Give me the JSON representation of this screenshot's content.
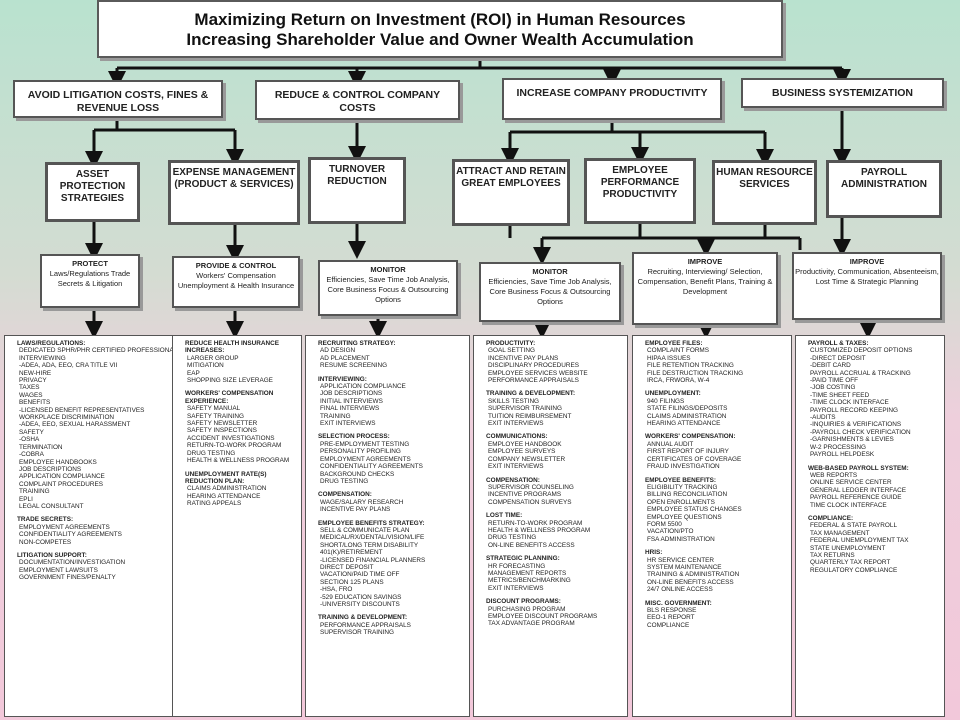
{
  "title": {
    "line1": "Maximizing Return on Investment (ROI) in Human Resources",
    "line2": "Increasing Shareholder Value and Owner Wealth Accumulation"
  },
  "level1": [
    "AVOID LITIGATION COSTS, FINES & REVENUE LOSS",
    "REDUCE & CONTROL COMPANY COSTS",
    "INCREASE COMPANY PRODUCTIVITY",
    "BUSINESS SYSTEMIZATION"
  ],
  "level2": [
    "ASSET PROTECTION STRATEGIES",
    "EXPENSE MANAGEMENT (PRODUCT & SERVICES)",
    "TURNOVER REDUCTION",
    "ATTRACT AND RETAIN GREAT EMPLOYEES",
    "EMPLOYEE PERFORMANCE PRODUCTIVITY",
    "HUMAN RESOURCE SERVICES",
    "PAYROLL ADMINISTRATION"
  ],
  "level3": [
    {
      "head": "PROTECT",
      "body": "Laws/Regulations Trade Secrets & Litigation"
    },
    {
      "head": "PROVIDE & CONTROL",
      "body": "Workers' Compensation Unemployment & Health Insurance"
    },
    {
      "head": "MONITOR",
      "body": "Efficiencies, Save Time Job Analysis, Core Business Focus & Outsourcing Options"
    },
    {
      "head": "MONITOR",
      "body": "Efficiencies, Save Time Job Analysis, Core Business Focus & Outsourcing Options"
    },
    {
      "head": "IMPROVE",
      "body": "Recruiting, Interviewing/ Selection, Compensation, Benefit Plans, Training & Development"
    },
    {
      "head": "IMPROVE",
      "body": "Productivity, Communication, Absenteeism, Lost Time & Strategic Planning"
    }
  ],
  "columns": [
    [
      {
        "h": "LAWS/REGULATIONS:",
        "items": [
          "DEDICATED SPHR/PHR CERTIFIED PROFESSIONALS",
          "INTERVIEWING",
          "-ADEA, ADA, EEO, CRA TITLE VII",
          "NEW-HIRE",
          "PRIVACY",
          "TAXES",
          "WAGES",
          "BENEFITS",
          "-LICENSED BENEFIT REPRESENTATIVES",
          "WORKPLACE DISCRIMINATION",
          "-ADEA, EEO, SEXUAL HARASSMENT",
          "SAFETY",
          "-OSHA",
          "TERMINATION",
          "-COBRA",
          "EMPLOYEE HANDBOOKS",
          "JOB DESCRIPTIONS",
          "APPLICATION COMPLIANCE",
          "COMPLAINT PROCEDURES",
          "TRAINING",
          "EPLI",
          "LEGAL CONSULTANT"
        ]
      },
      {
        "h": "TRADE SECRETS:",
        "items": [
          "EMPLOYMENT AGREEMENTS",
          "CONFIDENTIALITY AGREEMENTS",
          "NON-COMPETES"
        ]
      },
      {
        "h": "LITIGATION SUPPORT:",
        "items": [
          "DOCUMENTATION/INVESTIGATION",
          "EMPLOYMENT LAWSUITS",
          "GOVERNMENT FINES/PENALTY"
        ]
      }
    ],
    [
      {
        "h": "REDUCE HEALTH INSURANCE INCREASES:",
        "items": [
          "LARGER GROUP",
          "MITIGATION",
          "EAP",
          "SHOPPING SIZE LEVERAGE"
        ]
      },
      {
        "h": "WORKERS' COMPENSATION EXPERIENCE:",
        "items": [
          "SAFETY MANUAL",
          "SAFETY TRAINING",
          "SAFETY NEWSLETTER",
          "SAFETY INSPECTIONS",
          "ACCIDENT INVESTIGATIONS",
          "RETURN-TO-WORK PROGRAM",
          "DRUG TESTING",
          "HEALTH & WELLNESS PROGRAM"
        ]
      },
      {
        "h": "UNEMPLOYMENT RATE(S) REDUCTION PLAN:",
        "items": [
          "CLAIMS ADMINISTRATION",
          "HEARING ATTENDANCE",
          "RATING APPEALS"
        ]
      }
    ],
    [
      {
        "h": "RECRUITING STRATEGY:",
        "items": [
          "AD DESIGN",
          "AD PLACEMENT",
          "RESUME SCREENING"
        ]
      },
      {
        "h": "INTERVIEWING:",
        "items": [
          "APPLICATION COMPLIANCE",
          "JOB DESCRIPTIONS",
          "INITIAL INTERVIEWS",
          "FINAL INTERVIEWS",
          "TRAINING",
          "EXIT INTERVIEWS"
        ]
      },
      {
        "h": "SELECTION PROCESS:",
        "items": [
          "PRE-EMPLOYMENT TESTING",
          "PERSONALITY PROFILING",
          "EMPLOYMENT AGREEMENTS",
          "CONFIDENTIALITY AGREEMENTS",
          "BACKGROUND CHECKS",
          "DRUG TESTING"
        ]
      },
      {
        "h": "COMPENSATION:",
        "items": [
          "WAGE/SALARY RESEARCH",
          "INCENTIVE PAY PLANS"
        ]
      },
      {
        "h": "EMPLOYEE BENEFITS STRATEGY:",
        "items": [
          "SELL & COMMUNICATE PLAN",
          "MEDICAL/RX/DENTAL/VISION/LIFE",
          "SHORT/LONG TERM DISABILITY",
          "401(K)/RETIREMENT",
          "-LICENSED FINANCIAL PLANNERS",
          "DIRECT DEPOSIT",
          "VACATION/PAID TIME OFF",
          "SECTION 125 PLANS",
          "-HSA, FRO",
          "-529 EDUCATION SAVINGS",
          "-UNIVERSITY DISCOUNTS"
        ]
      },
      {
        "h": "TRAINING & DEVELOPMENT:",
        "items": [
          "PERFORMANCE APPRAISALS",
          "SUPERVISOR TRAINING"
        ]
      }
    ],
    [
      {
        "h": "PRODUCTIVITY:",
        "items": [
          "GOAL SETTING",
          "INCENTIVE PAY PLANS",
          "DISCIPLINARY PROCEDURES",
          "EMPLOYEE SERVICES WEBSITE",
          "PERFORMANCE APPRAISALS"
        ]
      },
      {
        "h": "TRAINING & DEVELOPMENT:",
        "items": [
          "SKILLS TESTING",
          "SUPERVISOR TRAINING",
          "TUITION REIMBURSEMENT",
          "EXIT INTERVIEWS"
        ]
      },
      {
        "h": "COMMUNICATIONS:",
        "items": [
          "EMPLOYEE HANDBOOK",
          "EMPLOYEE SURVEYS",
          "COMPANY NEWSLETTER",
          "EXIT INTERVIEWS"
        ]
      },
      {
        "h": "COMPENSATION:",
        "items": [
          "SUPERVISOR COUNSELING",
          "INCENTIVE PROGRAMS",
          "COMPENSATION SURVEYS"
        ]
      },
      {
        "h": "LOST TIME:",
        "items": [
          "RETURN-TO-WORK PROGRAM",
          "HEALTH & WELLNESS PROGRAM",
          "DRUG TESTING",
          "ON-LINE BENEFITS ACCESS"
        ]
      },
      {
        "h": "STRATEGIC PLANNING:",
        "items": [
          "HR FORECASTING",
          "MANAGEMENT REPORTS",
          "METRICS/BENCHMARKING",
          "EXIT INTERVIEWS"
        ]
      },
      {
        "h": "DISCOUNT PROGRAMS:",
        "items": [
          "PURCHASING PROGRAM",
          "EMPLOYEE DISCOUNT PROGRAMS",
          "TAX ADVANTAGE PROGRAM"
        ]
      }
    ],
    [
      {
        "h": "EMPLOYEE FILES:",
        "items": [
          "COMPLAINT FORMS",
          "HIPAA ISSUES",
          "FILE RETENTION TRACKING",
          "FILE DESTRUCTION TRACKING",
          "IRCA, FRWORA, W-4"
        ]
      },
      {
        "h": "UNEMPLOYMENT:",
        "items": [
          "940 FILINGS",
          "STATE FILINGS/DEPOSITS",
          "CLAIMS ADMINISTRATION",
          "HEARING ATTENDANCE"
        ]
      },
      {
        "h": "WORKERS' COMPENSATION:",
        "items": [
          "ANNUAL AUDIT",
          "FIRST REPORT OF INJURY",
          "CERTIFICATES OF COVERAGE",
          "FRAUD INVESTIGATION"
        ]
      },
      {
        "h": "EMPLOYEE BENEFITS:",
        "items": [
          "ELIGIBILITY TRACKING",
          "BILLING RECONCILIATION",
          "OPEN ENROLLMENTS",
          "EMPLOYEE STATUS CHANGES",
          "EMPLOYEE QUESTIONS",
          "FORM 5500",
          "VACATION/PTO",
          "FSA ADMINISTRATION"
        ]
      },
      {
        "h": "HRIS:",
        "items": [
          "HR SERVICE CENTER",
          "SYSTEM MAINTENANCE",
          "TRAINING & ADMINISTRATION",
          "ON-LINE BENEFITS ACCESS",
          "24/7 ONLINE ACCESS"
        ]
      },
      {
        "h": "MISC. GOVERNMENT:",
        "items": [
          "BLS RESPONSE",
          "EEO-1 REPORT",
          "COMPLIANCE"
        ]
      }
    ],
    [
      {
        "h": "PAYROLL & TAXES:",
        "items": [
          "CUSTOMIZED DEPOSIT OPTIONS",
          "-DIRECT DEPOSIT",
          "-DEBIT CARD",
          "PAYROLL ACCRUAL & TRACKING",
          "-PAID TIME OFF",
          "-JOB COSTING",
          "-TIME SHEET FEED",
          "-TIME CLOCK INTERFACE",
          "PAYROLL RECORD KEEPING",
          "-AUDITS",
          "-INQUIRIES & VERIFICATIONS",
          "-PAYROLL CHECK VERIFICATION",
          "-GARNISHMENTS & LEVIES",
          "W-2 PROCESSING",
          "PAYROLL HELPDESK"
        ]
      },
      {
        "h": "WEB-BASED PAYROLL SYSTEM:",
        "items": [
          "WEB REPORTS",
          "ONLINE SERVICE CENTER",
          "GENERAL LEDGER INTERFACE",
          "PAYROLL REFERENCE GUIDE",
          "TIME CLOCK INTERFACE"
        ]
      },
      {
        "h": "COMPLIANCE:",
        "items": [
          "FEDERAL & STATE PAYROLL",
          "TAX MANAGEMENT",
          "FEDERAL UNEMPLOYMENT TAX",
          "STATE UNEMPLOYMENT",
          "TAX RETURNS",
          "QUARTERLY TAX REPORT",
          "REGULATORY COMPLIANCE"
        ]
      }
    ]
  ]
}
